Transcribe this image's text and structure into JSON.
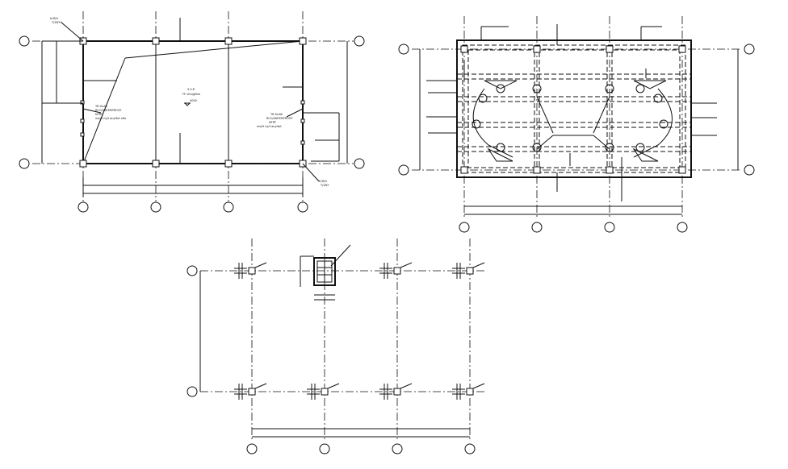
{
  "drawing": {
    "background": "#ffffff",
    "line_color": "#111111"
  },
  "plans": {
    "plan_a": {
      "center_note": {
        "line1": "S.S.R",
        "line2": "FF vfm/gfbm",
        "line3": "4000"
      },
      "top_left_note": {
        "line1": "tr/fl/tr",
        "line2": "T/2NY"
      },
      "bottom_right_note": {
        "line1": "tr/fl/tr",
        "line2": "T/2NY"
      },
      "left_note": {
        "line1": "TR-SLAB",
        "line2": "RCC/WATERPROOF",
        "line3": "NTRT",
        "line4": "ms/ft rly/f anyfbrt sfts"
      },
      "right_note": {
        "line1": "TR-SLAB",
        "line2": "RCC/WATERPROOF",
        "line3": "NTRT",
        "line4": "ms/ft rly/f anyfbrt"
      }
    },
    "plan_b": {},
    "plan_c": {}
  }
}
